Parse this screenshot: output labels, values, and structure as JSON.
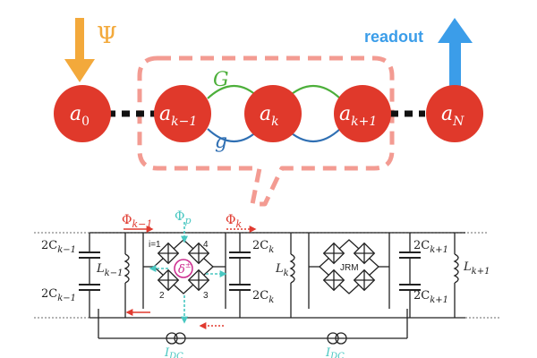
{
  "colors": {
    "node": "#e0392b",
    "psi_arrow": "#f3a93b",
    "readout_arrow": "#3b9de9",
    "coupling_G": "#4caf3a",
    "coupling_g": "#2f6fb3",
    "dashed_box": "#f39b92",
    "flux_red": "#e03a2f",
    "flux_cyan": "#48c7c1",
    "delta_magenta": "#cc2a8e",
    "wire": "#222222"
  },
  "top": {
    "psi": "Ψ",
    "readout": "readout",
    "coupling_G": "G",
    "coupling_g": "g",
    "nodes": [
      {
        "base": "a",
        "sub": "0"
      },
      {
        "base": "a",
        "sub": "k−1"
      },
      {
        "base": "a",
        "sub": "k"
      },
      {
        "base": "a",
        "sub": "k+1"
      },
      {
        "base": "a",
        "sub": "N"
      }
    ]
  },
  "circuit": {
    "flux_left": {
      "base": "Φ",
      "sub": "k−1"
    },
    "flux_pump": {
      "base": "Φ",
      "sub": "p"
    },
    "flux_right": {
      "base": "Φ",
      "sub": "k"
    },
    "cap_top_left": {
      "base": "2C",
      "sub": "k−1"
    },
    "cap_bottom_left": {
      "base": "2C",
      "sub": "k−1"
    },
    "ind_left": {
      "base": "L",
      "sub": "k−1"
    },
    "cap_top_mid": {
      "base": "2C",
      "sub": "k"
    },
    "cap_bottom_mid": {
      "base": "2C",
      "sub": "k"
    },
    "ind_mid": {
      "base": "L",
      "sub": "k"
    },
    "cap_top_right": {
      "base": "2C",
      "sub": "k+1"
    },
    "cap_bottom_right": {
      "base": "2C",
      "sub": "k+1"
    },
    "ind_right": {
      "base": "L",
      "sub": "k+1"
    },
    "junction_labels": [
      "i=1",
      "4",
      "2",
      "3"
    ],
    "delta": {
      "base": "δ",
      "sup": "±"
    },
    "jrm": "JRM",
    "current_left": {
      "base": "I",
      "sub": "DC"
    },
    "current_right": {
      "base": "I",
      "sub": "DC"
    }
  }
}
